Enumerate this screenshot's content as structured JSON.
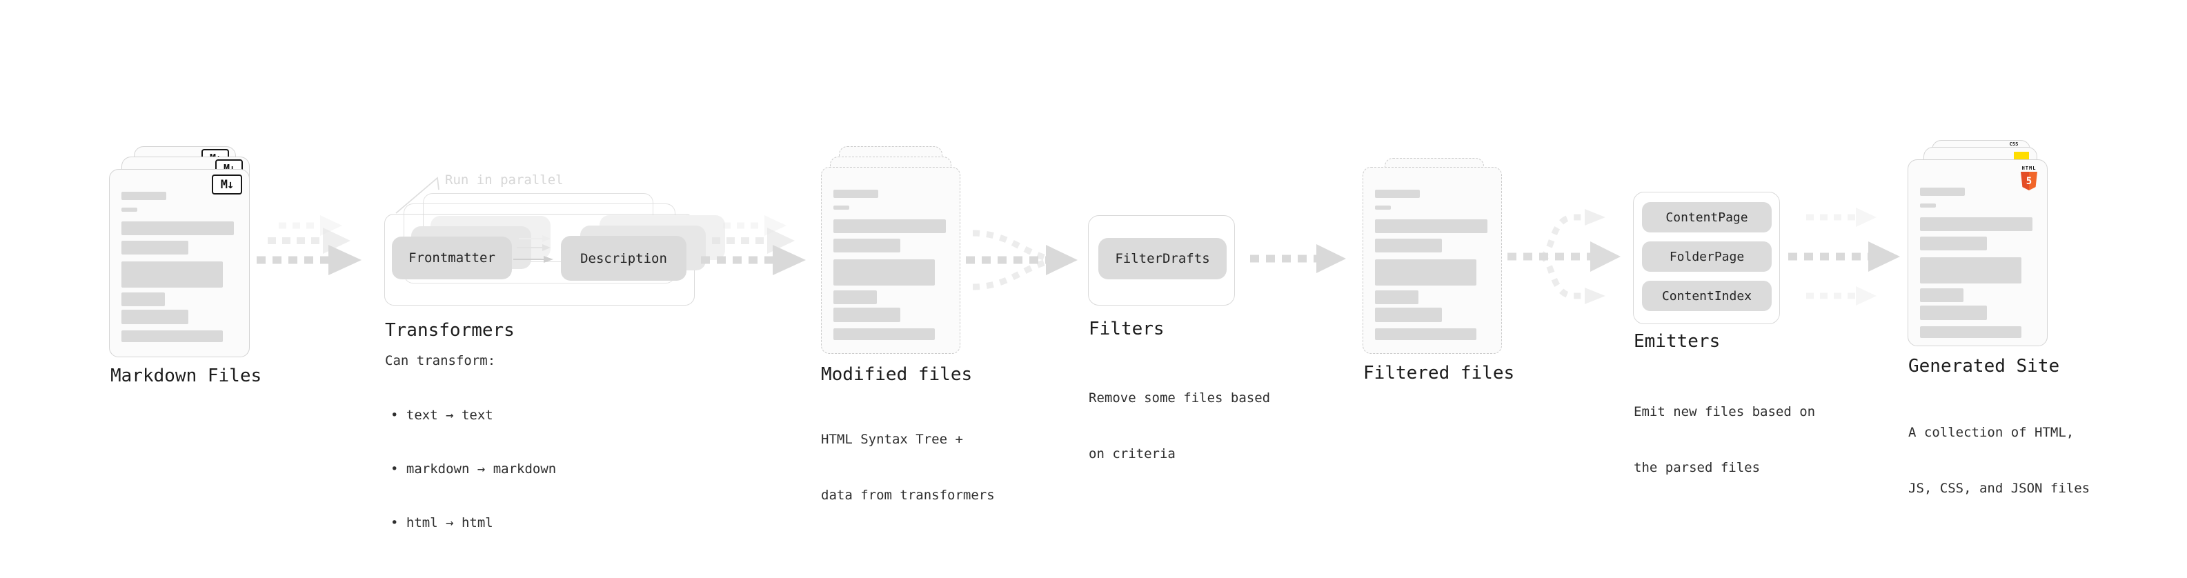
{
  "diagram": {
    "stages": {
      "markdown": {
        "title": "Markdown Files",
        "badge": "M↓"
      },
      "transformers": {
        "title": "Transformers",
        "annotation": "Run in parallel",
        "nodes": [
          "Frontmatter",
          "Description"
        ],
        "desc_heading": "Can transform:",
        "bullets": [
          "• text → text",
          "• markdown → markdown",
          "• html → html"
        ]
      },
      "modified": {
        "title": "Modified files",
        "subtitle": [
          "HTML Syntax Tree +",
          "data from transformers"
        ]
      },
      "filters": {
        "title": "Filters",
        "nodes": [
          "FilterDrafts"
        ],
        "subtitle": [
          "Remove some files based",
          "on criteria"
        ]
      },
      "filtered": {
        "title": "Filtered files"
      },
      "emitters": {
        "title": "Emitters",
        "nodes": [
          "ContentPage",
          "FolderPage",
          "ContentIndex"
        ],
        "subtitle": [
          "Emit new files based on",
          "the parsed files"
        ]
      },
      "generated": {
        "title": "Generated Site",
        "subtitle": [
          "A collection of HTML,",
          "JS, CSS, and JSON files"
        ],
        "badges": {
          "html_label": "HTML",
          "html_number": "5",
          "css_label": "CSS"
        }
      }
    },
    "colors": {
      "background": "#ffffff",
      "card_fill": "#fbfbfb",
      "card_border": "#d4d4d4",
      "bar_fill": "#d9d9d9",
      "node_fill": "#dbdbdb",
      "arrow_main": "#d9d9d9",
      "arrow_faint": "#ededed",
      "annotation_text": "#d6d6d6",
      "text_primary": "#1c1c1c",
      "html5_orange": "#e44d26",
      "js_yellow": "#ffdd00",
      "css_blue": "#2965f1"
    }
  }
}
